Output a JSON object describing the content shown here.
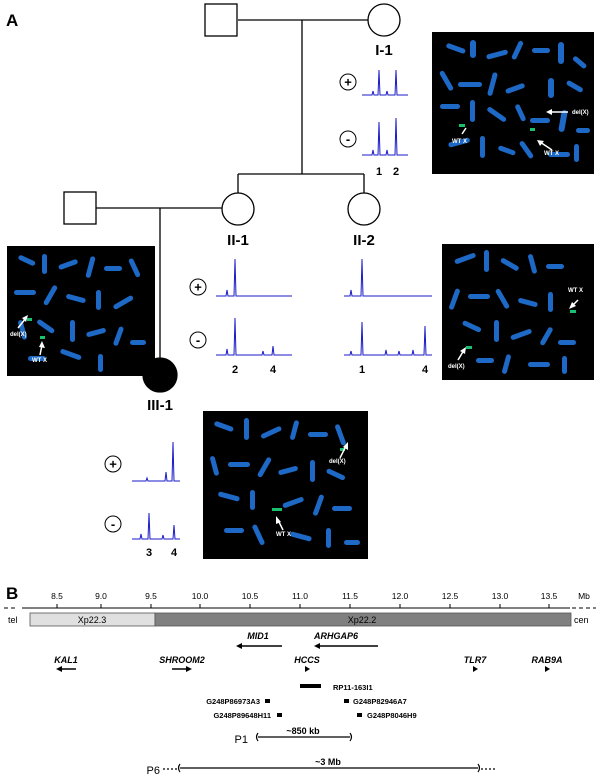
{
  "panel_a": {
    "label": "A",
    "individuals": {
      "i1": "I-1",
      "ii1": "II-1",
      "ii2": "II-2",
      "iii1": "III-1"
    },
    "signs": {
      "plus": "+",
      "minus": "-"
    },
    "peaks": {
      "i1": [
        "1",
        "2"
      ],
      "ii1": [
        "2",
        "4"
      ],
      "ii2": [
        "1",
        "4"
      ],
      "iii1": [
        "3",
        "4"
      ]
    },
    "fish_labels": {
      "del": "del(X)",
      "wt": "WT X"
    },
    "colors": {
      "chromosome": "#1f6fd0",
      "probe": "#19c070",
      "trace": "#1a1ac8",
      "fish_background": "#000000"
    }
  },
  "panel_b": {
    "label": "B",
    "axis_unit": "Mb",
    "ticks": [
      "8.5",
      "9.0",
      "9.5",
      "10.0",
      "10.5",
      "11.0",
      "11.5",
      "12.0",
      "12.5",
      "13.0",
      "13.5"
    ],
    "tel": "tel",
    "cen": "cen",
    "bands": [
      "Xp22.3",
      "Xp22.2"
    ],
    "genes": [
      "MID1",
      "ARHGAP6",
      "KAL1",
      "SHROOM2",
      "HCCS",
      "TLR7",
      "RAB9A"
    ],
    "clones": [
      "RP11-163I1",
      "G248P86973A3",
      "G248P82946A7",
      "G248P89648H11",
      "G248P8046H9"
    ],
    "patients": [
      "P1",
      "P6"
    ],
    "distances": [
      "~850 kb",
      "~3 Mb"
    ]
  }
}
